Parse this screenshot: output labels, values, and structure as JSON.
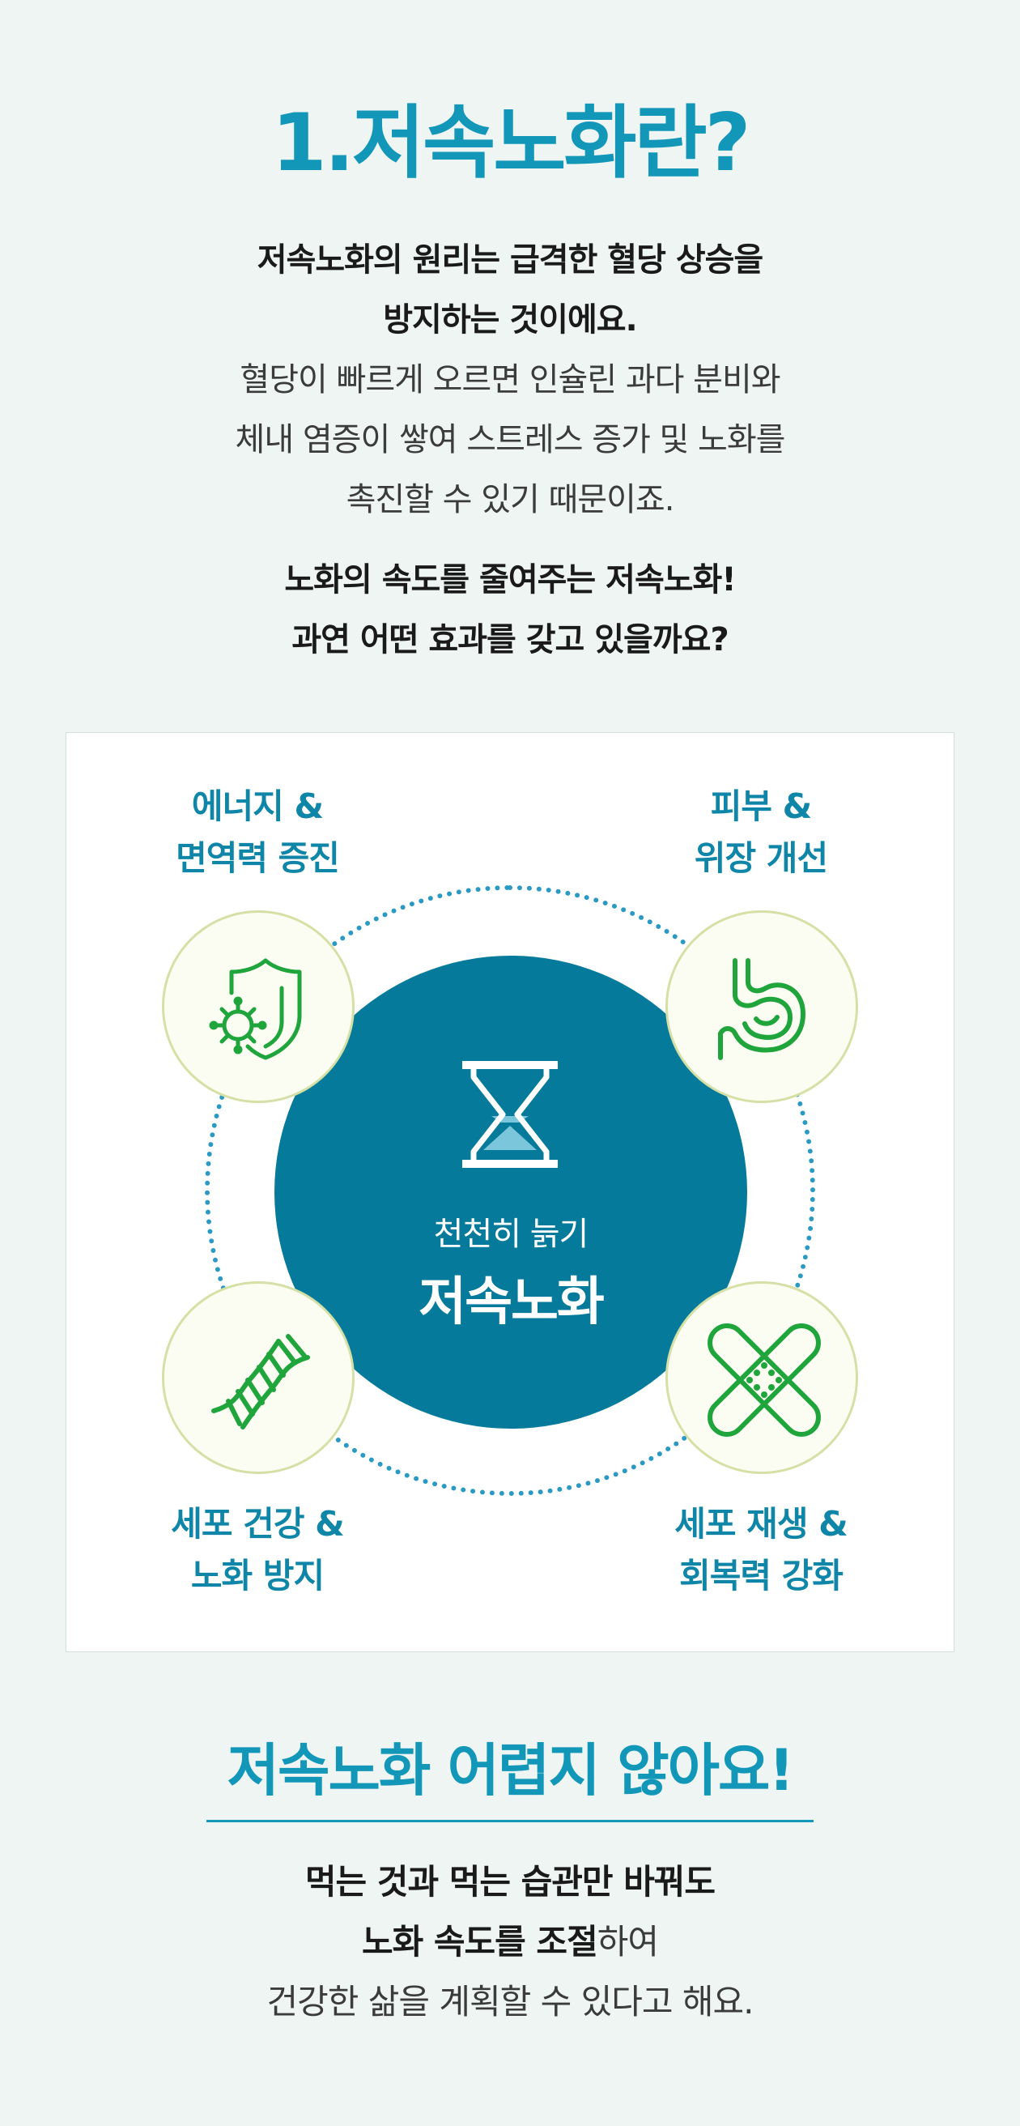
{
  "section1": {
    "title": "1.저속노화란?",
    "intro_lines": [
      "저속노화의 원리는 급격한 혈당 상승을",
      "방지하는 것이에요.",
      "혈당이 빠르게 오르면 인슐린 과다 분비와",
      "체내 염증이 쌓여 스트레스 증가 및 노화를",
      "촉진할 수 있기 때문이죠."
    ],
    "question_lines": [
      "노화의 속도를 줄여주는 저속노화!",
      "과연 어떤 효과를 갖고 있을까요?"
    ]
  },
  "diagram": {
    "center_icon": "hourglass-icon",
    "center_subtitle": "천천히 늙기",
    "center_title": "저속노화",
    "benefits": [
      {
        "icon": "virus-shield-icon",
        "line1": "에너지 &",
        "line2": "면역력 증진"
      },
      {
        "icon": "stomach-icon",
        "line1": "피부 &",
        "line2": "위장 개선"
      },
      {
        "icon": "dna-icon",
        "line1": "세포 건강 &",
        "line2": "노화 방지"
      },
      {
        "icon": "bandage-icon",
        "line1": "세포 재생 &",
        "line2": "회복력 강화"
      }
    ],
    "colors": {
      "core": "#057a9b",
      "ring": "#2a9ac4",
      "icon_green": "#1fa53c",
      "label": "#0f86a8"
    }
  },
  "section2": {
    "title": "저속노화 어렵지 않아요!",
    "line1": "먹는 것과 먹는 습관만 바꿔도",
    "line2_bold": "노화 속도를 조절",
    "line2_rest": "하여",
    "line3": "건강한 삶을 계획할 수 있다고 해요."
  }
}
